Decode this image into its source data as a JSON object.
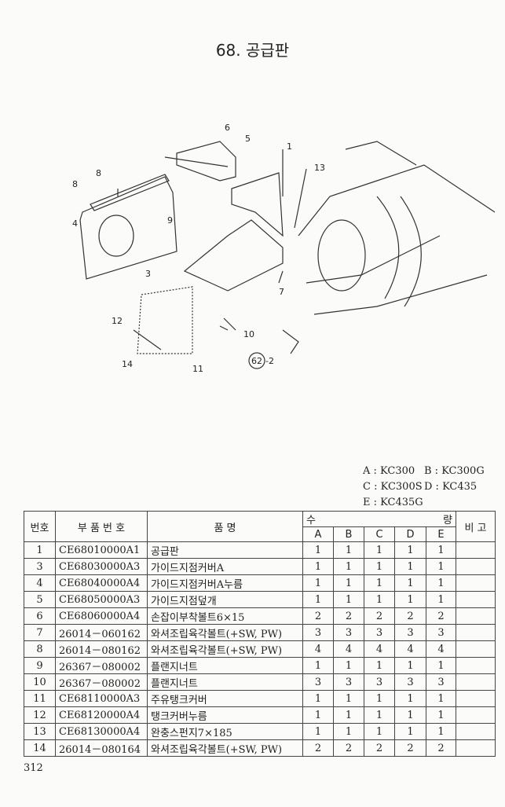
{
  "title": "68. 공급판",
  "diagram": {
    "callouts": [
      "1",
      "3",
      "4",
      "5",
      "6",
      "7",
      "8",
      "8",
      "9",
      "10",
      "11",
      "12",
      "13",
      "14",
      "62",
      "-2"
    ]
  },
  "legend": [
    [
      "A : KC300",
      "B : KC300G"
    ],
    [
      "C : KC300S",
      "D : KC435"
    ],
    [
      "E : KC435G"
    ]
  ],
  "table": {
    "headers": {
      "no": "번호",
      "part_no": "부 품 번 호",
      "name": "품 명",
      "qty_left": "수",
      "qty_right": "량",
      "remark": "비 고",
      "models": [
        "A",
        "B",
        "C",
        "D",
        "E"
      ]
    },
    "rows": [
      [
        "1",
        "CE68010000A1",
        "공급판",
        "1",
        "1",
        "1",
        "1",
        "1"
      ],
      [
        "3",
        "CE68030000A3",
        "가이드지점커버A",
        "1",
        "1",
        "1",
        "1",
        "1"
      ],
      [
        "4",
        "CE68040000A4",
        "가이드지점커버A누름",
        "1",
        "1",
        "1",
        "1",
        "1"
      ],
      [
        "5",
        "CE68050000A3",
        "가이드지점덮개",
        "1",
        "1",
        "1",
        "1",
        "1"
      ],
      [
        "6",
        "CE68060000A4",
        "손잡이부착볼트6×15",
        "2",
        "2",
        "2",
        "2",
        "2"
      ],
      [
        "7",
        "26014－060162",
        "와셔조립육각볼트(+SW, PW)",
        "3",
        "3",
        "3",
        "3",
        "3"
      ],
      [
        "8",
        "26014－080162",
        "와셔조립육각볼트(+SW, PW)",
        "4",
        "4",
        "4",
        "4",
        "4"
      ],
      [
        "9",
        "26367－080002",
        "플랜지너트",
        "1",
        "1",
        "1",
        "1",
        "1"
      ],
      [
        "10",
        "26367－080002",
        "플랜지너트",
        "3",
        "3",
        "3",
        "3",
        "3"
      ],
      [
        "11",
        "CE68110000A3",
        "주유탱크커버",
        "1",
        "1",
        "1",
        "1",
        "1"
      ],
      [
        "12",
        "CE68120000A4",
        "탱크커버누름",
        "1",
        "1",
        "1",
        "1",
        "1"
      ],
      [
        "13",
        "CE68130000A4",
        "완충스펀지7×185",
        "1",
        "1",
        "1",
        "1",
        "1"
      ],
      [
        "14",
        "26014－080164",
        "와셔조립육각볼트(+SW, PW)",
        "2",
        "2",
        "2",
        "2",
        "2"
      ]
    ]
  },
  "page_number": "312"
}
